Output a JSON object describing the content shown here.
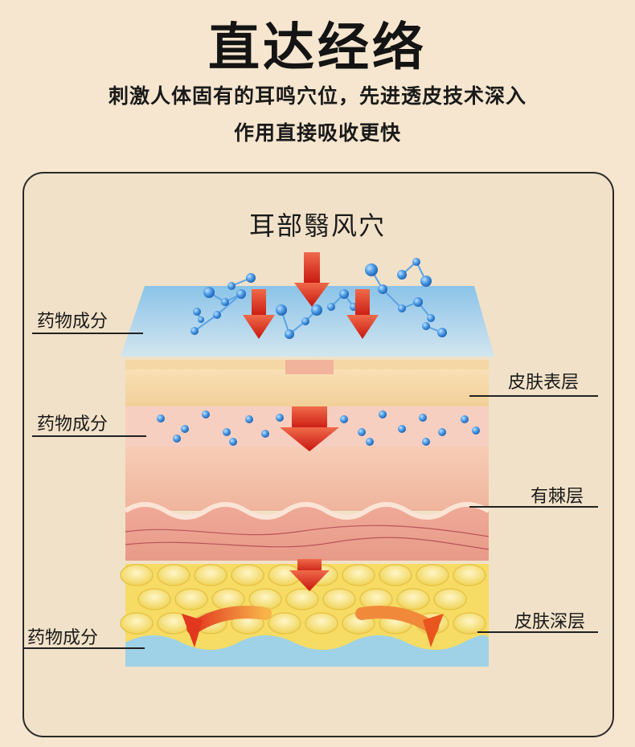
{
  "header": {
    "title": "直达经络",
    "subtitle_line1": "刺激人体固有的耳鸣穴位，先进透皮技术深入",
    "subtitle_line2": "作用直接吸收更快"
  },
  "diagram": {
    "acupoint_label": "耳部翳风穴",
    "left_labels": [
      "药物成分",
      "药物成分",
      "药物成分"
    ],
    "right_labels": [
      "皮肤表层",
      "有棘层",
      "皮肤深层"
    ]
  },
  "colors": {
    "background": "#f6e6cf",
    "arrow_red": "#d8281e",
    "molecule_blue": "#3e8fe0",
    "skin_pink": "#f2b9a0",
    "fat_yellow": "#f3dd6a",
    "base_blue": "#9fd2e6"
  },
  "icons": [
    "down-arrow-icon",
    "curved-arrow-icon",
    "molecule-icon"
  ]
}
